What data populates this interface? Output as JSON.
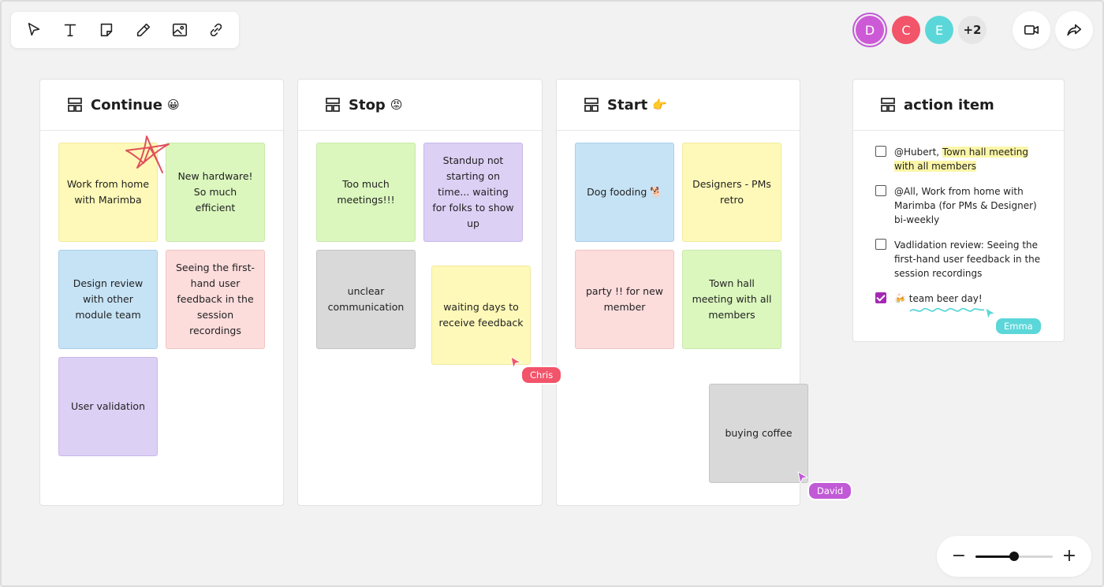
{
  "colors": {
    "avatar_d": "#cc5ad6",
    "avatar_c": "#f2546a",
    "avatar_e": "#5cd7d9",
    "chris": "#f2546a",
    "david": "#c15ad6",
    "emma": "#5cd7d9",
    "check": "#a528b4"
  },
  "toolbar": {
    "tools": [
      "select-icon",
      "text-icon",
      "sticky-note-icon",
      "pen-icon",
      "image-icon",
      "link-icon"
    ]
  },
  "header": {
    "avatars": [
      "D",
      "C",
      "E"
    ],
    "more_count": "+2",
    "video_icon": "video-icon",
    "share_icon": "share-icon"
  },
  "columns": {
    "continue": {
      "title": "Continue",
      "emoji": "😀",
      "notes": [
        "Work from home with Marimba",
        "New hardware! So much efficient",
        "Design review with other module team",
        "Seeing the first-hand user feedback in the session recordings",
        "User validation"
      ]
    },
    "stop": {
      "title": "Stop",
      "emoji": "😡",
      "notes": [
        "Too much meetings!!!",
        "Standup not starting on time... waiting for folks to show up",
        "unclear communication",
        "waiting days to receive feedback"
      ]
    },
    "start": {
      "title": "Start",
      "emoji": "👉",
      "notes": [
        "Dog fooding 🐕",
        "Designers - PMs retro",
        "party !! for new member",
        "Town hall meeting with all members",
        "buying coffee"
      ]
    }
  },
  "actions": {
    "title": "action item",
    "items": [
      {
        "prefix": "@Hubert, ",
        "highlight": "Town hall meeting with all members",
        "checked": false
      },
      {
        "text": "@All, Work from home with Marimba (for PMs & Designer) bi-weekly",
        "checked": false
      },
      {
        "text": "Vadlidation review: Seeing the first-hand user feedback in the session recordings",
        "checked": false
      },
      {
        "text": "🍻 team beer day!",
        "checked": true
      }
    ]
  },
  "cursors": {
    "chris": "Chris",
    "david": "David",
    "emma": "Emma"
  },
  "zoom": {
    "minus": "−",
    "plus": "+",
    "level": 0.5
  }
}
